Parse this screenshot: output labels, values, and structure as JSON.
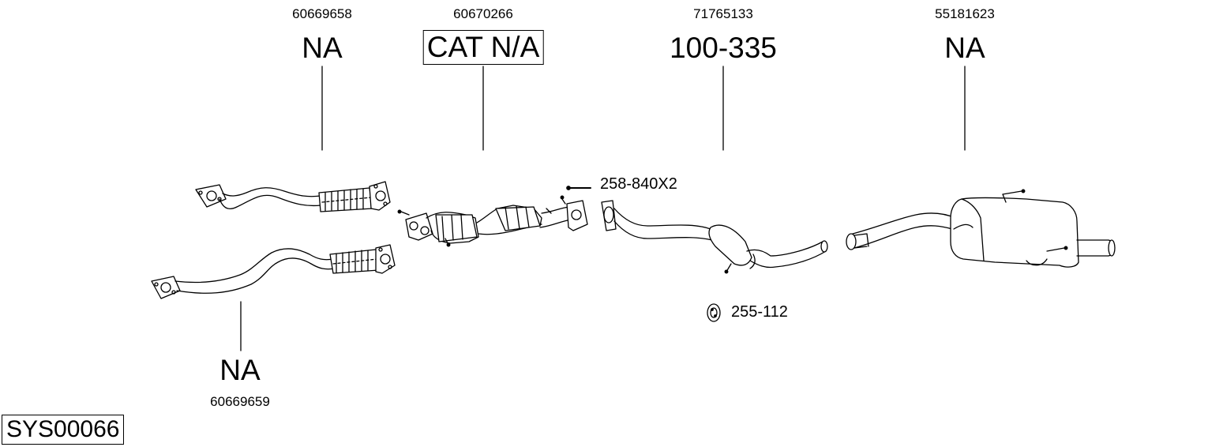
{
  "diagram": {
    "system_code": "SYS00066",
    "parts": [
      {
        "part_number": "60669658",
        "code": "NA"
      },
      {
        "part_number": "60670266",
        "code": "CAT N/A"
      },
      {
        "part_number": "71765133",
        "code": "100-335"
      },
      {
        "part_number": "55181623",
        "code": "NA"
      },
      {
        "part_number": "60669659",
        "code": "NA"
      }
    ],
    "accessories": [
      {
        "code": "258-840X2"
      },
      {
        "code": "255-112"
      }
    ]
  }
}
